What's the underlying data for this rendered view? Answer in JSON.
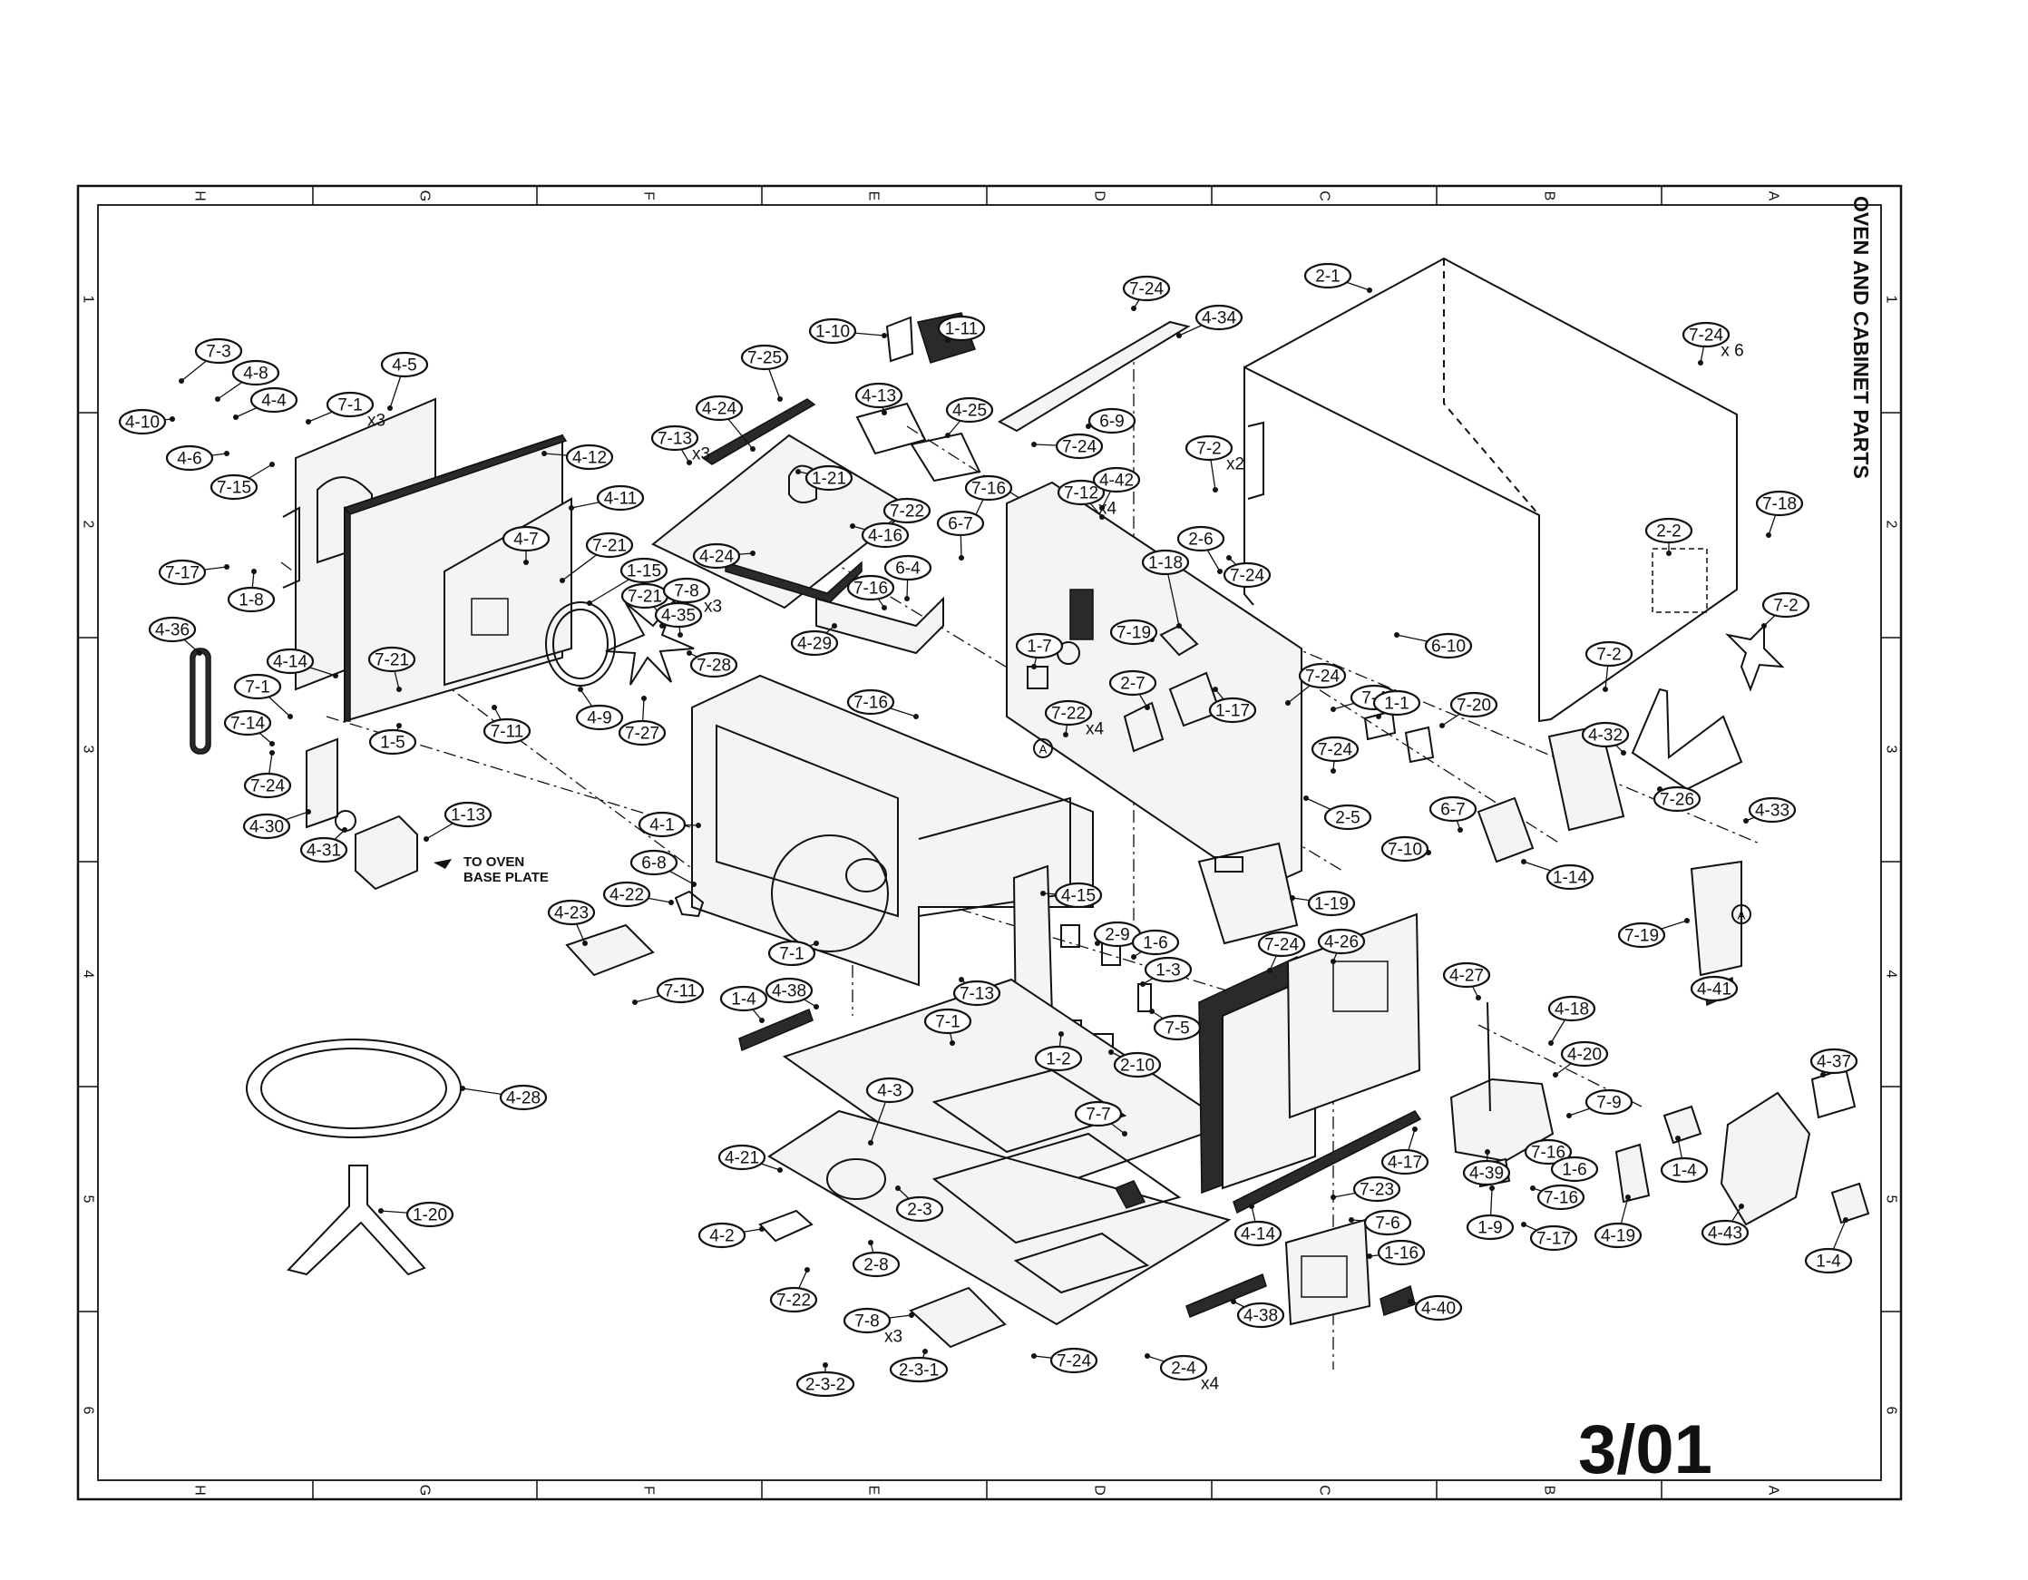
{
  "title": "OVEN AND CABINET PARTS",
  "date_code": "3/01",
  "note": [
    "TO OVEN",
    "BASE PLATE"
  ],
  "reference_marker": "A",
  "grid": {
    "columns": [
      "H",
      "G",
      "F",
      "E",
      "D",
      "C",
      "B",
      "A"
    ],
    "rows": [
      "1",
      "2",
      "3",
      "4",
      "5",
      "6"
    ]
  },
  "callouts": [
    {
      "label": "7-3"
    },
    {
      "label": "4-8"
    },
    {
      "label": "4-4"
    },
    {
      "label": "4-10"
    },
    {
      "label": "4-6"
    },
    {
      "label": "7-15"
    },
    {
      "label": "4-5"
    },
    {
      "label": "7-1",
      "qty": "x3"
    },
    {
      "label": "4-12"
    },
    {
      "label": "4-11"
    },
    {
      "label": "7-17"
    },
    {
      "label": "1-8"
    },
    {
      "label": "4-7"
    },
    {
      "label": "7-21"
    },
    {
      "label": "1-15"
    },
    {
      "label": "7-21"
    },
    {
      "label": "7-8",
      "qty": "x3"
    },
    {
      "label": "4-35"
    },
    {
      "label": "7-28"
    },
    {
      "label": "4-36"
    },
    {
      "label": "4-14"
    },
    {
      "label": "7-21"
    },
    {
      "label": "7-1"
    },
    {
      "label": "7-14"
    },
    {
      "label": "1-5"
    },
    {
      "label": "7-11"
    },
    {
      "label": "4-9"
    },
    {
      "label": "7-27"
    },
    {
      "label": "7-24"
    },
    {
      "label": "4-30"
    },
    {
      "label": "4-31"
    },
    {
      "label": "1-13"
    },
    {
      "label": "4-24"
    },
    {
      "label": "7-25"
    },
    {
      "label": "7-13",
      "qty": "x3"
    },
    {
      "label": "1-10"
    },
    {
      "label": "1-11"
    },
    {
      "label": "4-13"
    },
    {
      "label": "4-25"
    },
    {
      "label": "1-21"
    },
    {
      "label": "4-24"
    },
    {
      "label": "7-22"
    },
    {
      "label": "4-16"
    },
    {
      "label": "7-16"
    },
    {
      "label": "6-4"
    },
    {
      "label": "6-7"
    },
    {
      "label": "7-16"
    },
    {
      "label": "4-29"
    },
    {
      "label": "7-16"
    },
    {
      "label": "4-1"
    },
    {
      "label": "6-8"
    },
    {
      "label": "4-22"
    },
    {
      "label": "4-23"
    },
    {
      "label": "7-1"
    },
    {
      "label": "7-11"
    },
    {
      "label": "7-24"
    },
    {
      "label": "4-34"
    },
    {
      "label": "6-9"
    },
    {
      "label": "7-24"
    },
    {
      "label": "7-12",
      "qty": "x4"
    },
    {
      "label": "4-42"
    },
    {
      "label": "7-2",
      "qty": "x2"
    },
    {
      "label": "2-6"
    },
    {
      "label": "1-18"
    },
    {
      "label": "7-24"
    },
    {
      "label": "7-19"
    },
    {
      "label": "1-7"
    },
    {
      "label": "2-7"
    },
    {
      "label": "7-22",
      "qty": "x4"
    },
    {
      "label": "1-17"
    },
    {
      "label": "7-24"
    },
    {
      "label": "6-10"
    },
    {
      "label": "7-4"
    },
    {
      "label": "1-1"
    },
    {
      "label": "7-20"
    },
    {
      "label": "7-24"
    },
    {
      "label": "2-5"
    },
    {
      "label": "6-7"
    },
    {
      "label": "7-10"
    },
    {
      "label": "1-14"
    },
    {
      "label": "1-19"
    },
    {
      "label": "2-1"
    },
    {
      "label": "7-24",
      "qty": "x 6"
    },
    {
      "label": "2-2"
    },
    {
      "label": "7-18"
    },
    {
      "label": "7-2"
    },
    {
      "label": "7-2"
    },
    {
      "label": "4-32"
    },
    {
      "label": "7-26"
    },
    {
      "label": "4-33"
    },
    {
      "label": "7-19"
    },
    {
      "label": "4-41"
    },
    {
      "label": "4-15"
    },
    {
      "label": "2-9"
    },
    {
      "label": "1-6"
    },
    {
      "label": "1-3"
    },
    {
      "label": "7-13"
    },
    {
      "label": "7-5"
    },
    {
      "label": "1-2"
    },
    {
      "label": "2-10"
    },
    {
      "label": "1-4"
    },
    {
      "label": "4-38"
    },
    {
      "label": "7-1"
    },
    {
      "label": "4-28"
    },
    {
      "label": "4-3"
    },
    {
      "label": "7-7"
    },
    {
      "label": "4-21"
    },
    {
      "label": "2-3"
    },
    {
      "label": "1-20"
    },
    {
      "label": "4-2"
    },
    {
      "label": "2-8"
    },
    {
      "label": "7-22"
    },
    {
      "label": "7-8",
      "qty": "x3"
    },
    {
      "label": "2-3-1"
    },
    {
      "label": "2-3-2"
    },
    {
      "label": "7-24"
    },
    {
      "label": "2-4",
      "qty": "x4"
    },
    {
      "label": "7-24"
    },
    {
      "label": "4-26"
    },
    {
      "label": "4-27"
    },
    {
      "label": "4-18"
    },
    {
      "label": "4-20"
    },
    {
      "label": "7-9"
    },
    {
      "label": "7-16"
    },
    {
      "label": "4-17"
    },
    {
      "label": "1-6"
    },
    {
      "label": "4-39"
    },
    {
      "label": "7-16"
    },
    {
      "label": "4-14"
    },
    {
      "label": "7-23"
    },
    {
      "label": "7-6"
    },
    {
      "label": "1-9"
    },
    {
      "label": "7-17"
    },
    {
      "label": "4-19"
    },
    {
      "label": "1-16"
    },
    {
      "label": "4-38"
    },
    {
      "label": "4-40"
    },
    {
      "label": "4-37"
    },
    {
      "label": "1-4"
    },
    {
      "label": "4-43"
    },
    {
      "label": "1-4"
    }
  ]
}
